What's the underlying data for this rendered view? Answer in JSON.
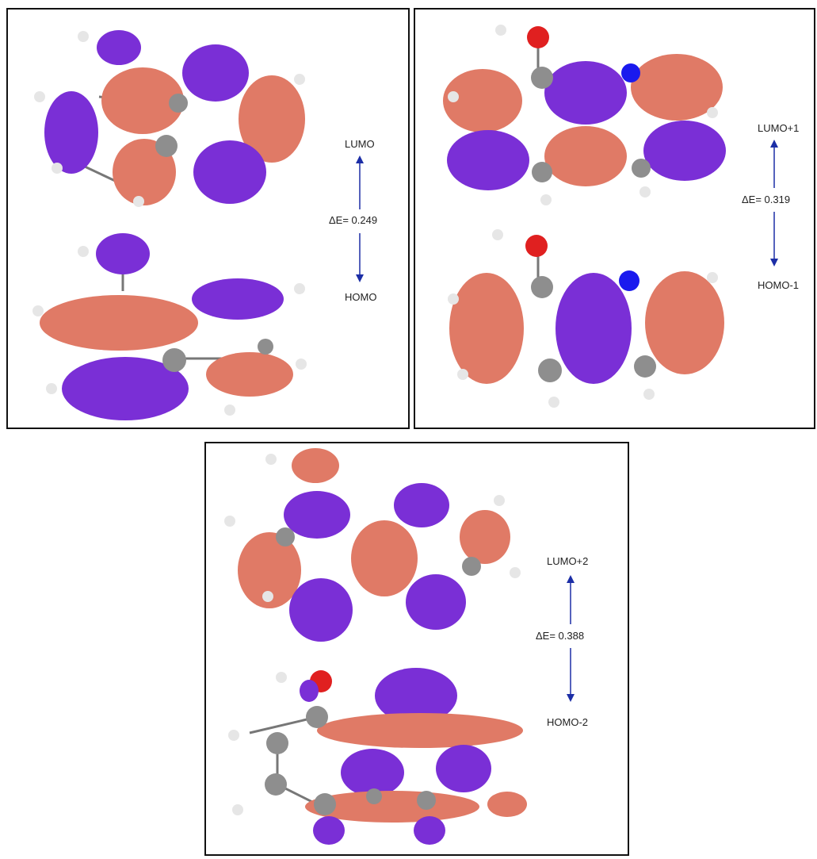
{
  "colors": {
    "lobe_purple": "#7a2fd6",
    "lobe_salmon": "#e07a66",
    "carbon": "#8e8e8e",
    "hydrogen": "#e6e6e6",
    "oxygen": "#e02020",
    "nitrogen": "#1a1aee",
    "arrow": "#1c2ea6"
  },
  "panels": [
    {
      "upper": "LUMO",
      "lower": "HOMO",
      "gap": "ΔE= 0.249"
    },
    {
      "upper": "LUMO+1",
      "lower": "HOMO-1",
      "gap": "ΔE= 0.319"
    },
    {
      "upper": "LUMO+2",
      "lower": "HOMO-2",
      "gap": "ΔE= 0.388"
    }
  ]
}
